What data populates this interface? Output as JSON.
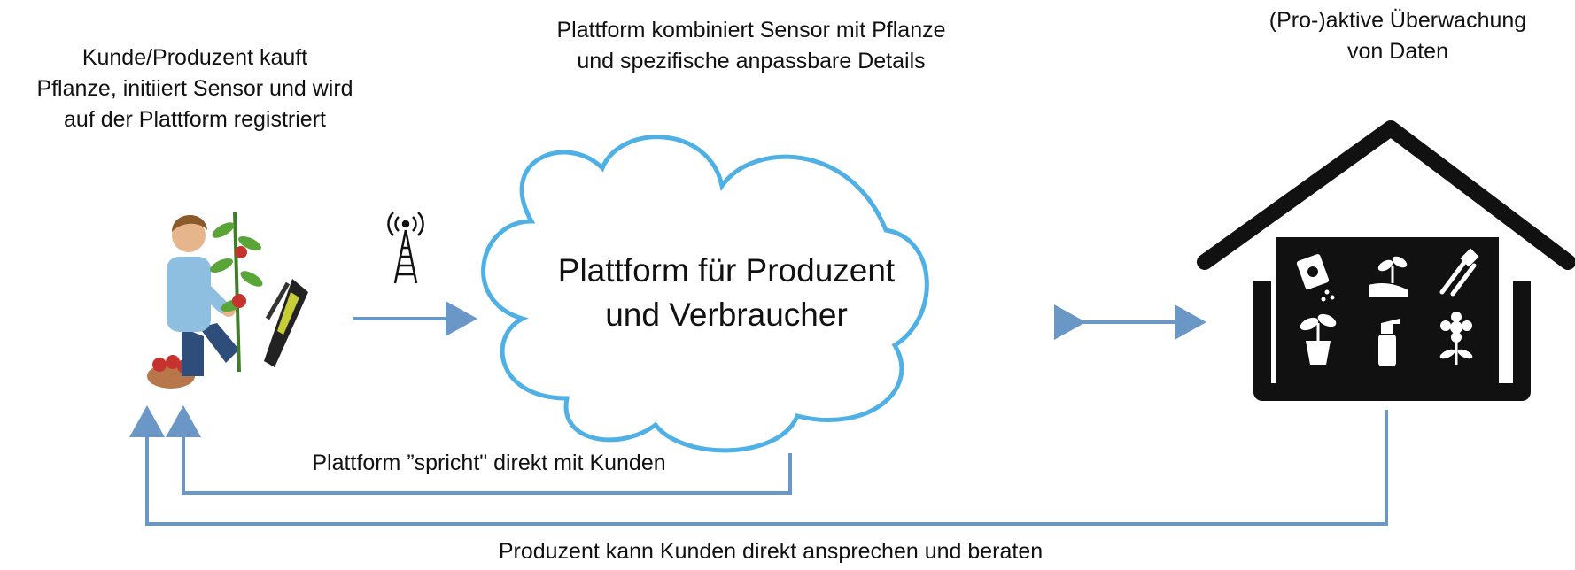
{
  "labels": {
    "customer": [
      "Kunde/Produzent kauft",
      "Pflanze, initiiert Sensor und wird",
      "auf der Plattform registriert"
    ],
    "platform_top": [
      "Plattform kombiniert Sensor mit Pflanze",
      "und spezifische anpassbare Details"
    ],
    "monitoring": [
      "(Pro-)aktive Überwachung",
      "von Daten"
    ],
    "cloud": [
      "Plattform für Produzent",
      "und Verbraucher"
    ],
    "platform_talks": "Plattform ”spricht\" direkt mit Kunden",
    "producer_talks": "Produzent kann Kunden direkt ansprechen und beraten"
  },
  "colors": {
    "arrow": "#6b97c7",
    "cloud_stroke": "#4fb0e6",
    "house": "#111111"
  },
  "icons": [
    "farmer-with-plant-icon",
    "radio-tower-icon",
    "seed-packet-icon",
    "hand-sprout-icon",
    "garden-tools-icon",
    "potted-plant-icon",
    "spray-bottle-icon",
    "flower-icon"
  ]
}
